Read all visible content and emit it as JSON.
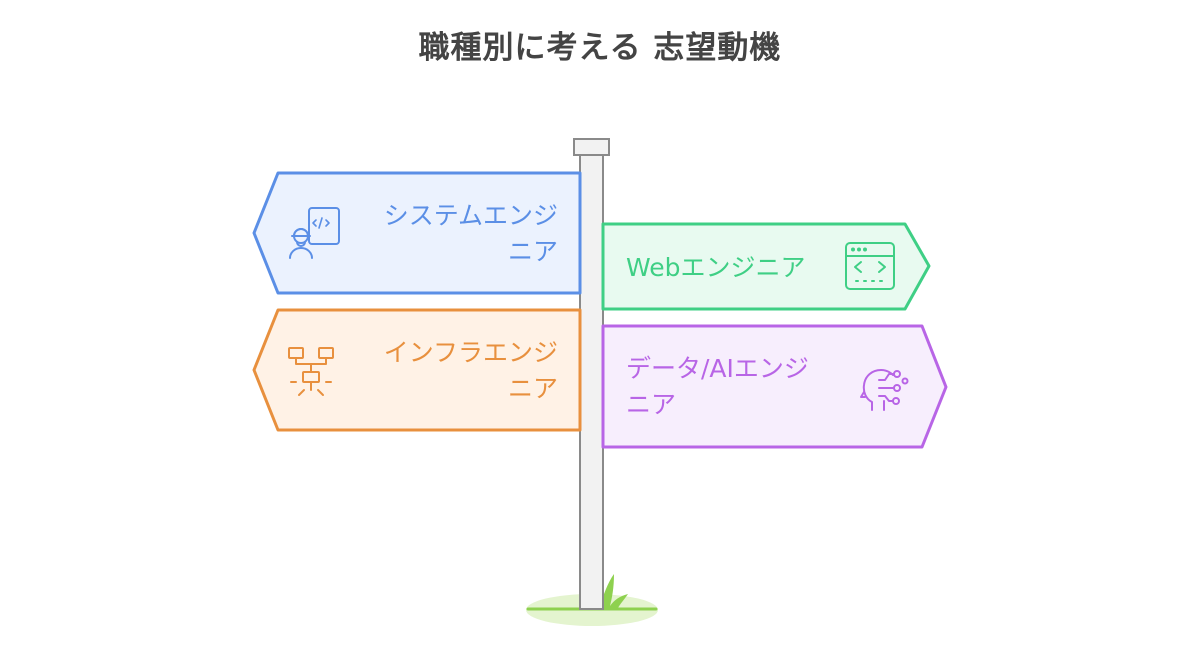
{
  "title": "職種別に考える 志望動機",
  "signs": [
    {
      "id": "system",
      "lines": [
        "システムエンジ",
        "ニア"
      ],
      "icon": "engineer-code-icon",
      "stroke": "#5b8fe6",
      "fill": "#ebf2fe"
    },
    {
      "id": "web",
      "lines": [
        "Webエンジニア"
      ],
      "icon": "browser-code-icon",
      "stroke": "#3fcf85",
      "fill": "#e8faf0"
    },
    {
      "id": "infra",
      "lines": [
        "インフラエンジ",
        "ニア"
      ],
      "icon": "server-network-icon",
      "stroke": "#e8903e",
      "fill": "#fff2e6"
    },
    {
      "id": "data",
      "lines": [
        "データ/AIエンジ",
        "ニア"
      ],
      "icon": "ai-head-icon",
      "stroke": "#b865e6",
      "fill": "#f7eefd"
    }
  ],
  "post": {
    "fill": "#f2f2f2",
    "stroke": "#8a8a8a"
  },
  "grass": {
    "color": "#8ed14f",
    "ground": "#e4f4cf"
  }
}
